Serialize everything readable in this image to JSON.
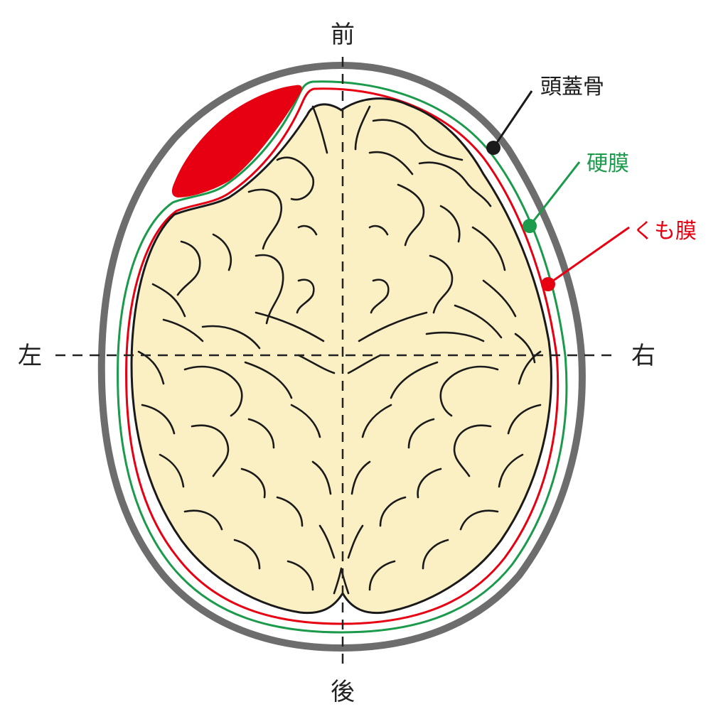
{
  "directions": {
    "front": "前",
    "back": "後",
    "left": "左",
    "right": "右"
  },
  "callouts": {
    "skull": {
      "label": "頭蓋骨",
      "color": "#1a1a1a"
    },
    "dura": {
      "label": "硬膜",
      "color": "#1a9a4a"
    },
    "arachnoid": {
      "label": "くも膜",
      "color": "#e60012"
    }
  },
  "colors": {
    "skull": "#6d6d6d",
    "dura": "#1a9a4a",
    "arachnoid": "#e60012",
    "brain_fill": "#fbefc4",
    "sulci": "#1a1a1a",
    "hematoma": "#e60012",
    "axis": "#222222"
  },
  "icons": {
    "hematoma": "epidural-hematoma-lens-shape",
    "brain": "brain-top-view"
  }
}
